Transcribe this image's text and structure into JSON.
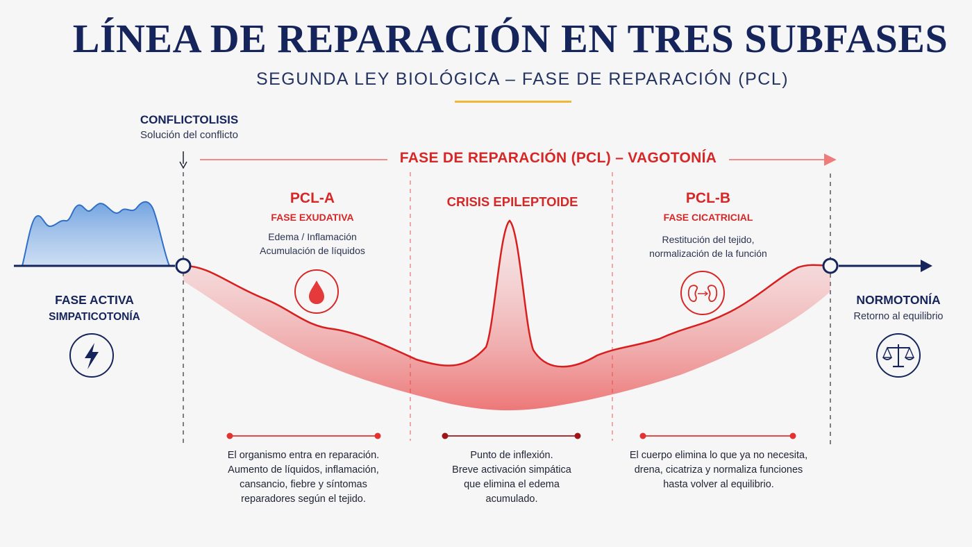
{
  "header": {
    "title": "LÍNEA DE REPARACIÓN EN TRES SUBFASES",
    "subtitle": "SEGUNDA LEY BIOLÓGICA – FASE DE REPARACIÓN (PCL)"
  },
  "conflictolisis": {
    "label": "CONFLICTOLISIS",
    "sub": "Solución del conflicto"
  },
  "banner": {
    "label": "FASE DE REPARACIÓN (PCL) – VAGOTONÍA"
  },
  "fase_activa": {
    "label1": "FASE ACTIVA",
    "label2": "SIMPATICOTONÍA",
    "icon": "lightning-icon"
  },
  "pcl_a": {
    "title": "PCL-A",
    "subtitle": "FASE EXUDATIVA",
    "line1": "Edema / Inflamación",
    "line2": "Acumulación de líquidos",
    "icon": "drop-icon",
    "desc": [
      "El organismo entra en reparación.",
      "Aumento de líquidos, inflamación,",
      "cansancio, fiebre y síntomas",
      "reparadores según el tejido."
    ]
  },
  "crisis": {
    "title": "CRISIS EPILEPTOIDE",
    "desc": [
      "Punto de inflexión.",
      "Breve activación simpática",
      "que elimina el edema",
      "acumulado."
    ]
  },
  "pcl_b": {
    "title": "PCL-B",
    "subtitle": "FASE CICATRICIAL",
    "line1": "Restitución del tejido,",
    "line2": "normalización de la función",
    "icon": "kidney-icon",
    "desc": [
      "El cuerpo elimina lo que ya no necesita,",
      "drena, cicatriza y normaliza funciones",
      "hasta volver al equilibrio."
    ]
  },
  "normotonia": {
    "label": "NORMOTONÍA",
    "sub": "Retorno al equilibrio",
    "icon": "balance-scale-icon"
  },
  "colors": {
    "navy": "#15245a",
    "red": "#d62727",
    "dark_red": "#9e1616",
    "gold": "#f1b634",
    "blue": "#3d7fd0"
  }
}
